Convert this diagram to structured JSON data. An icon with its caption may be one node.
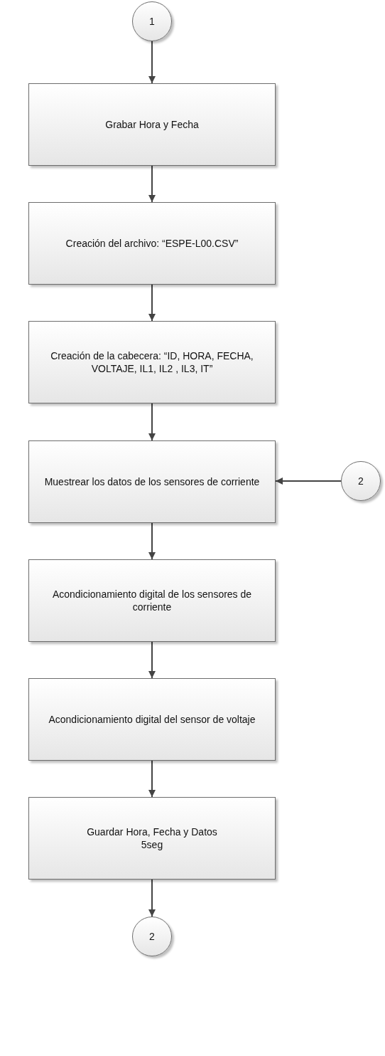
{
  "diagram": {
    "nodes": [
      {
        "text": [
          "1"
        ]
      },
      {
        "text": [
          "Grabar Hora y Fecha"
        ]
      },
      {
        "text": [
          "Creación del archivo: “ESPE-L00.CSV”"
        ]
      },
      {
        "text": [
          "Creación de la cabecera: “ID, HORA, FECHA, VOLTAJE, IL1, IL2 , IL3, IT”"
        ]
      },
      {
        "text": [
          "Muestrear los datos de los sensores de corriente"
        ]
      },
      {
        "text": [
          "2"
        ]
      },
      {
        "text": [
          "Acondicionamiento digital de los sensores de corriente"
        ]
      },
      {
        "text": [
          "Acondicionamiento digital del sensor de voltaje"
        ]
      },
      {
        "text": [
          "Guardar Hora, Fecha y Datos",
          "5seg"
        ]
      },
      {
        "text": [
          "2"
        ]
      }
    ],
    "edges": [
      {
        "from": 0,
        "to": 1,
        "arrow": "to"
      },
      {
        "from": 1,
        "to": 2,
        "arrow": "to"
      },
      {
        "from": 2,
        "to": 3,
        "arrow": "to"
      },
      {
        "from": 3,
        "to": 4,
        "arrow": "to"
      },
      {
        "from": 5,
        "to": 4,
        "arrow": "to"
      },
      {
        "from": 4,
        "to": 6,
        "arrow": "to"
      },
      {
        "from": 6,
        "to": 7,
        "arrow": "to"
      },
      {
        "from": 7,
        "to": 8,
        "arrow": "to"
      },
      {
        "from": 8,
        "to": 9,
        "arrow": "to"
      }
    ]
  }
}
